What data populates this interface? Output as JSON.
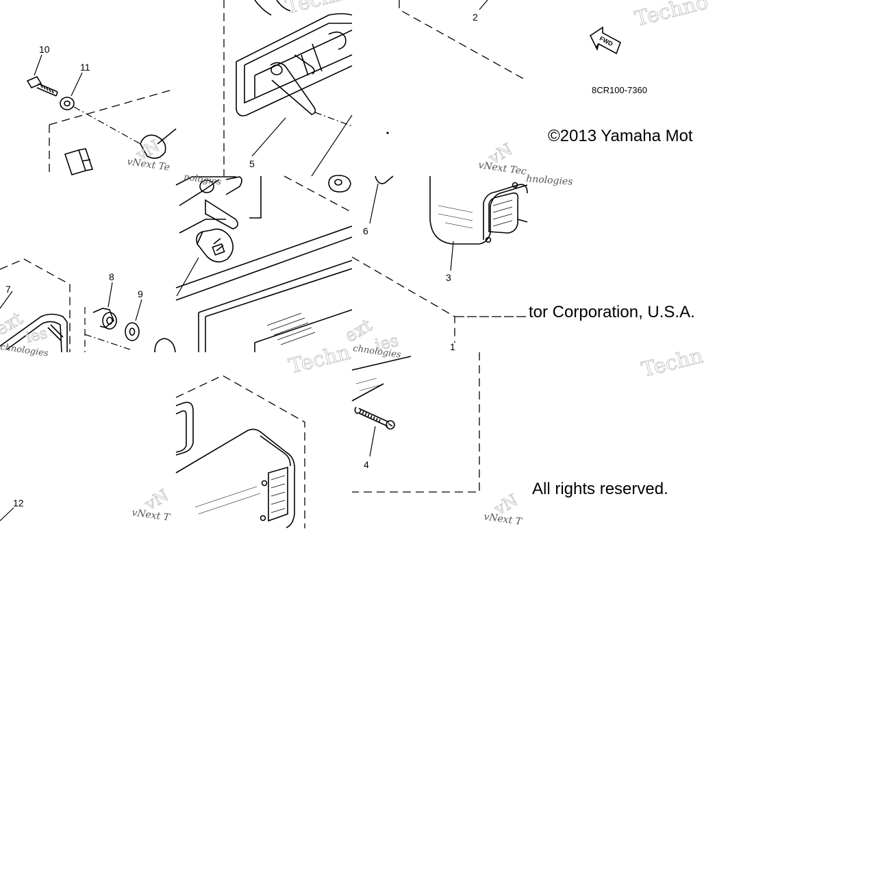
{
  "diagram": {
    "drawing_number": "8CR100-7360",
    "copyright": {
      "line1": "©2013 Yamaha Mot",
      "line2": "tor Corporation, U.S.A.",
      "line3": "All rights reserved."
    },
    "fwd_label": "FWD",
    "callouts": [
      "1",
      "2",
      "3",
      "4",
      "5",
      "6",
      "7",
      "8",
      "9",
      "10",
      "11",
      "12"
    ],
    "watermarks": {
      "techno": "Techno",
      "techn": "Techn",
      "vnext": "vNext",
      "vnext_tec": "vNext Tec",
      "vnext_te": "vNext Te",
      "vnext_t": "vNext T",
      "vnext_tech": "vNext Tech",
      "vn": "vN",
      "ext": "ext",
      "technologies": "Technologies",
      "chnologies": "chnologies",
      "nologies": "nologies",
      "hnologies": "hnologies",
      "ies": "ies"
    }
  }
}
